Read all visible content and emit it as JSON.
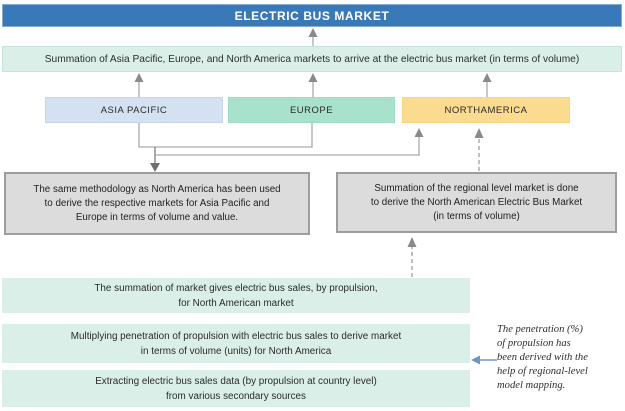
{
  "header": {
    "title": "ELECTRIC BUS MARKET"
  },
  "summation_box": {
    "text": "Summation of Asia Pacific, Europe, and North America markets to arrive at the electric bus market (in terms of volume)"
  },
  "regions": [
    {
      "label": "ASIA PACIFIC"
    },
    {
      "label": "EUROPE"
    },
    {
      "label": "NORTHAMERICA"
    }
  ],
  "left_gray_box": {
    "lines": [
      "The same methodology as North America has been used",
      "to derive the respective markets for Asia Pacific and",
      "Europe in terms of volume and value."
    ]
  },
  "right_gray_box": {
    "lines": [
      "Summation of the regional level market is done",
      "to derive the North American Electric Bus Market",
      "(in terms of volume)"
    ]
  },
  "process_boxes": [
    {
      "lines": [
        "The summation of market gives electric bus sales, by propulsion,",
        "for North American market"
      ]
    },
    {
      "lines": [
        "Multiplying penetration of propulsion with electric bus sales to derive market",
        "in terms of volume (units) for North America"
      ]
    },
    {
      "lines": [
        "Extracting electric bus sales data (by propulsion at country level)",
        "from various secondary sources"
      ]
    }
  ],
  "side_note": {
    "lines": [
      "The penetration (%)",
      "of propulsion has",
      "been derived with the",
      "help of regional-level",
      "model mapping."
    ]
  },
  "colors": {
    "header_blue": "#3a79b8",
    "mint_green": "#d9efe8",
    "asia_pacific_blue": "#d4e1f0",
    "europe_teal": "#a9e2cc",
    "north_america_yellow": "#fbdb90",
    "gray_box": "#dcdcdc",
    "note_arrow_blue": "#7096c8"
  }
}
